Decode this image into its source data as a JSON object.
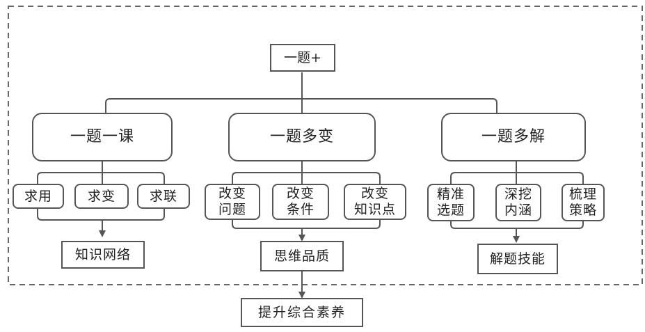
{
  "root": {
    "label": "一题+"
  },
  "branches": [
    {
      "label": "一题一课",
      "methods": [
        "求用",
        "求变",
        "求联"
      ],
      "outcome": "知识网络"
    },
    {
      "label": "一题多变",
      "methods": [
        "改变\n问题",
        "改变\n条件",
        "改变\n知识点"
      ],
      "outcome": "思维品质"
    },
    {
      "label": "一题多解",
      "methods": [
        "精准\n选题",
        "深挖\n内涵",
        "梳理\n策略"
      ],
      "outcome": "解题技能"
    }
  ],
  "final": {
    "label": "提升综合素养"
  },
  "colors": {
    "line": "#555555",
    "dash": "#666666",
    "box_border": "#555555"
  }
}
